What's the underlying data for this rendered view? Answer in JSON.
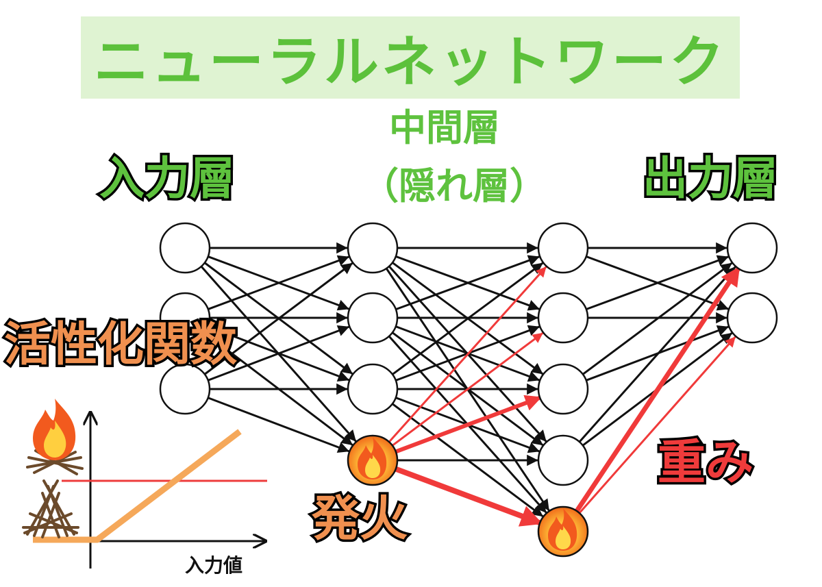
{
  "title": "ニューラルネットワーク",
  "labels": {
    "input_layer": "入力層",
    "hidden_layer_line1": "中間層",
    "hidden_layer_line2": "（隠れ層）",
    "output_layer": "出力層",
    "activation_function": "活性化関数",
    "fire": "発火",
    "weight": "重み",
    "input_value": "入力値"
  },
  "colors": {
    "title": "#5cc13b",
    "title_bg": "#dff3d2",
    "green_label": "#5ec23e",
    "orange_label": "#f0904f",
    "red_label": "#ef3b3b",
    "edge": "#111111",
    "highlight_edge": "#f03a3a",
    "activation_line": "#f5a85a",
    "threshold_line": "#ee3c3c"
  },
  "layers": [
    {
      "name": "input",
      "node_count": 3,
      "fired": []
    },
    {
      "name": "hidden1",
      "node_count": 4,
      "fired": [
        3
      ]
    },
    {
      "name": "hidden2",
      "node_count": 5,
      "fired": [
        4
      ]
    },
    {
      "name": "output",
      "node_count": 2,
      "fired": []
    }
  ],
  "icons": [
    "fire-icon",
    "campfire-icon",
    "woodpile-icon"
  ]
}
